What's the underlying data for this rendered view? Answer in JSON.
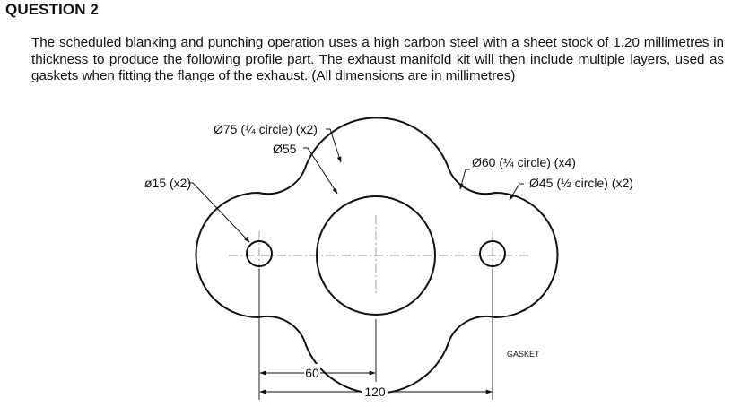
{
  "question": {
    "heading": "QUESTION 2",
    "body": "The scheduled blanking and punching operation uses a high carbon steel with a sheet stock of 1.20 millimetres in thickness to produce the following profile part. The exhaust manifold kit will then include multiple layers, used as gaskets when fitting the flange of the exhaust. (All dimensions are in millimetres)"
  },
  "drawing": {
    "callouts": {
      "d75": "Ø75 (¼ circle) (x2)",
      "d55": "Ø55",
      "d15": "ø15 (x2)",
      "d60": "Ø60 (¼ circle) (x4)",
      "d45": "Ø45 (½ circle) (x2)"
    },
    "part_label": "GASKET",
    "dimensions": {
      "center_to_hole": "60",
      "hole_to_hole": "120"
    }
  }
}
